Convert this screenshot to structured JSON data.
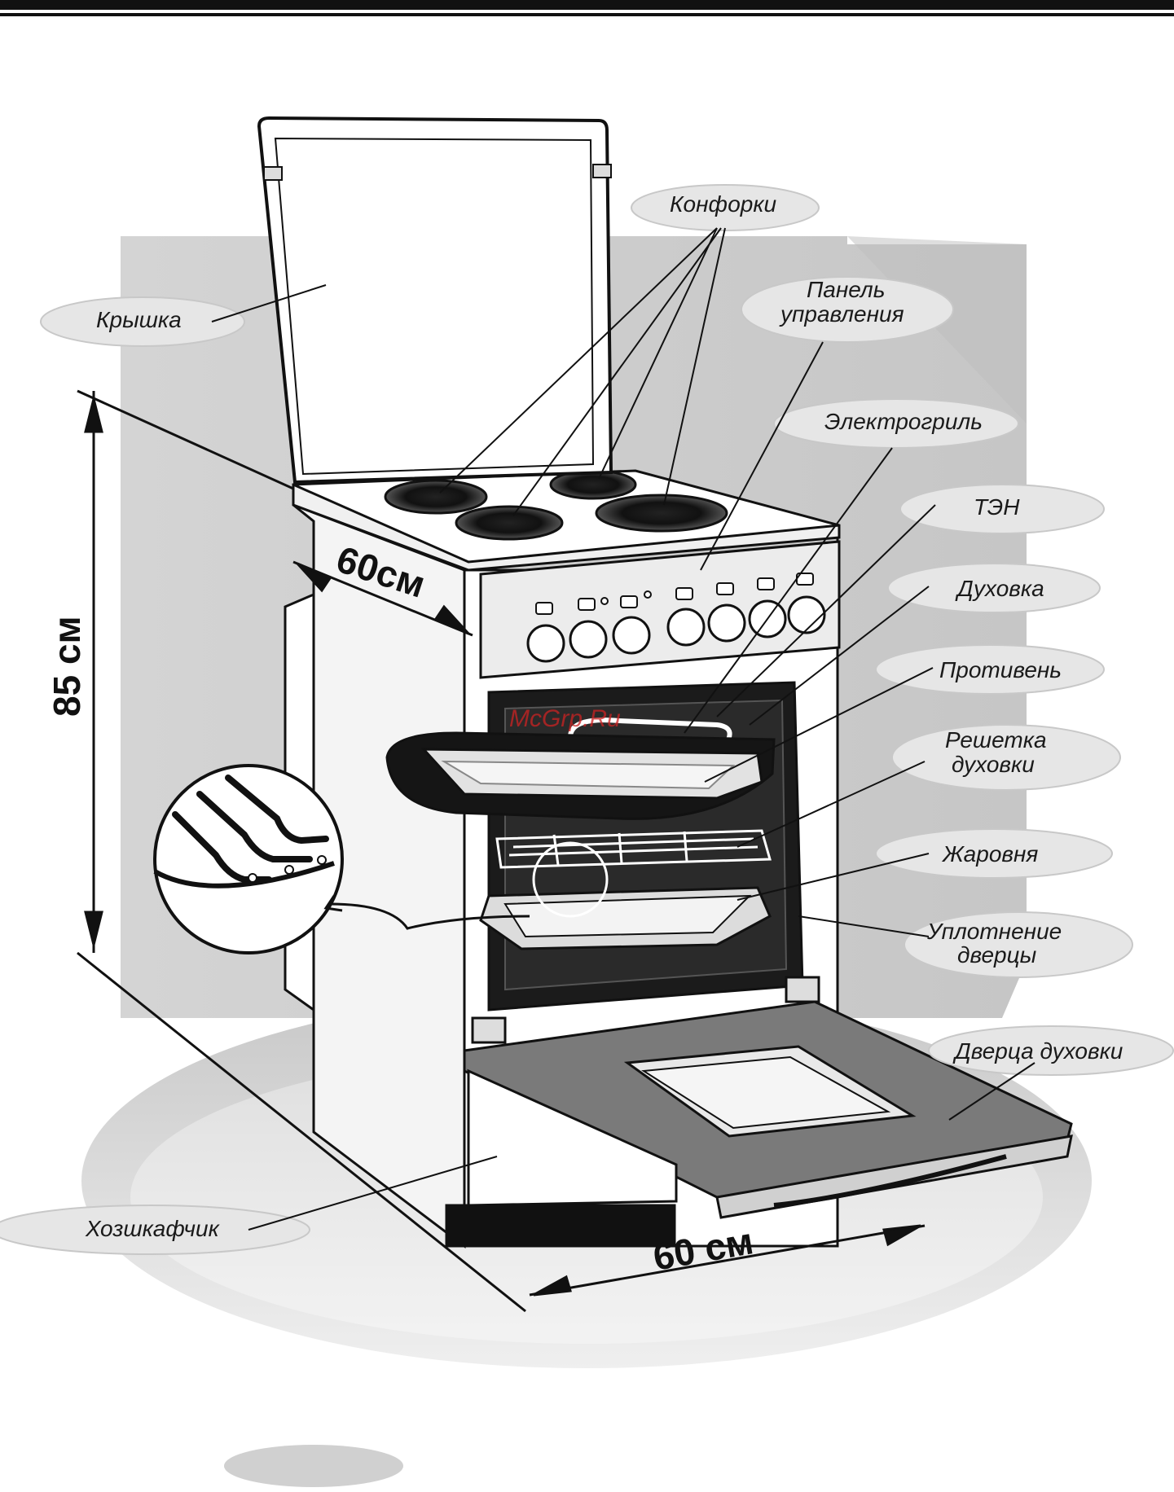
{
  "labels": {
    "burners": "Конфорки",
    "lid": "Крышка",
    "control_panel_1": "Панель",
    "control_panel_2": "управления",
    "grill": "Электрогриль",
    "heating_element": "ТЭН",
    "oven": "Духовка",
    "baking_tray": "Противень",
    "oven_rack_1": "Решетка",
    "oven_rack_2": "духовки",
    "roasting_pan": "Жаровня",
    "door_seal_1": "Уплотнение",
    "door_seal_2": "дверцы",
    "oven_door": "Дверца духовки",
    "storage_drawer": "Хозшкафчик"
  },
  "dimensions": {
    "depth": "60см",
    "height": "85 см",
    "width": "60 см"
  },
  "watermark": "McGrp.Ru",
  "colors": {
    "line": "#111111",
    "background_shape": "#d9d9d9",
    "label_oval": "#e6e6e6",
    "oven_interior": "#1b1b1b",
    "door_frame": "#7a7a7a",
    "watermark": "#cc2222"
  }
}
